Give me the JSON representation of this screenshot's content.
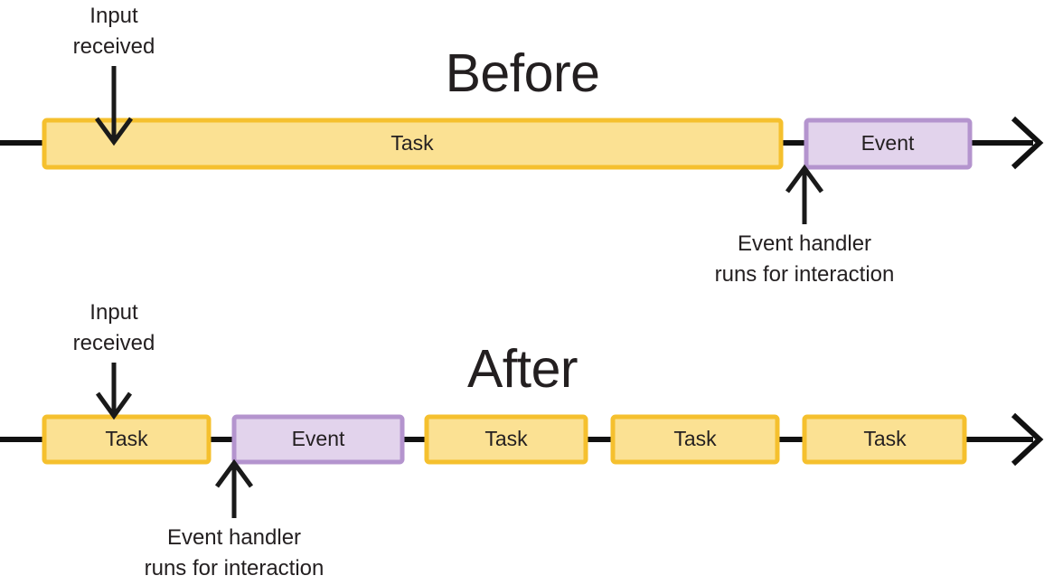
{
  "diagram": {
    "title_before": "Before",
    "title_after": "After",
    "colors": {
      "task_fill": "#FBE193",
      "task_border": "#F5C02E",
      "event_fill": "#E2D3EC",
      "event_border": "#B494CE",
      "line": "#111111",
      "text": "#231F20",
      "background": "#FFFFFF"
    },
    "annotations": {
      "input_received_line1": "Input",
      "input_received_line2": "received",
      "event_handler_line1": "Event handler",
      "event_handler_line2": "runs for interaction"
    },
    "sections": [
      {
        "id": "before",
        "title": "Before",
        "blocks": [
          {
            "label": "Task",
            "type": "task"
          },
          {
            "label": "Event",
            "type": "event"
          }
        ]
      },
      {
        "id": "after",
        "title": "After",
        "blocks": [
          {
            "label": "Task",
            "type": "task"
          },
          {
            "label": "Event",
            "type": "event"
          },
          {
            "label": "Task",
            "type": "task"
          },
          {
            "label": "Task",
            "type": "task"
          },
          {
            "label": "Task",
            "type": "task"
          }
        ]
      }
    ]
  }
}
